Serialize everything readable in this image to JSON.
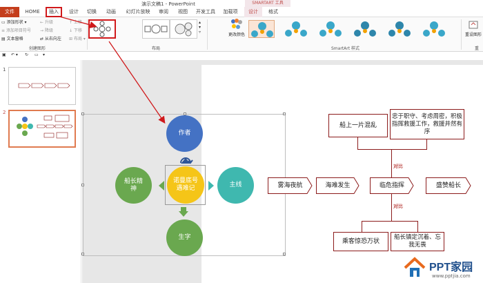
{
  "window": {
    "title": "演示文稿1 - PowerPoint",
    "context_title": "SMARTART 工具"
  },
  "tabs": [
    "文件",
    "HOME",
    "插入",
    "设计",
    "切换",
    "动画",
    "幻灯片放映",
    "审阅",
    "视图",
    "开发工具",
    "加载项",
    "设计",
    "格式"
  ],
  "ribbon": {
    "create_graphic": {
      "add_shape": "添加形状",
      "add_bullet": "添加项目符号",
      "text_pane": "文本窗格",
      "promote": "升级",
      "demote": "降级",
      "right_to_left": "从右向左",
      "move_up": "上移",
      "move_down": "下移",
      "layout": "布局",
      "label": "创建图形"
    },
    "layouts_label": "布局",
    "change_colors": "更改颜色",
    "styles_label": "SmartArt 样式",
    "reset": "重设图形",
    "reset_group": "重"
  },
  "thumbnails": {
    "slide1": "1",
    "slide2": "2"
  },
  "smartart": {
    "top": "作者",
    "left": "船长精神",
    "center": "诺曼底号遇难记",
    "right": "主线",
    "bottom": "生字"
  },
  "diagram": {
    "steps": [
      "雾海夜航",
      "海难发生",
      "临危指挥",
      "盛赞船长"
    ],
    "top_left": "船上一片混乱",
    "top_right": "忠于职守、考虑周密，积极指挥救援工作，救援井然有序",
    "bottom_left": "乘客惊恐万状",
    "bottom_right": "船长镇定沉着、忘我无畏",
    "contrast_top": "对比",
    "contrast_bottom": "对比"
  },
  "watermark": {
    "brand": "PPT家园",
    "url": "www.pptjia.com"
  },
  "colors": {
    "file_tab": "#c43e1c",
    "accent_red": "#d0191b",
    "blue": "#4472c4",
    "green": "#6aa84f",
    "yellow": "#f5c518",
    "teal": "#3fb8af",
    "dark_red": "#8b1a1a"
  }
}
